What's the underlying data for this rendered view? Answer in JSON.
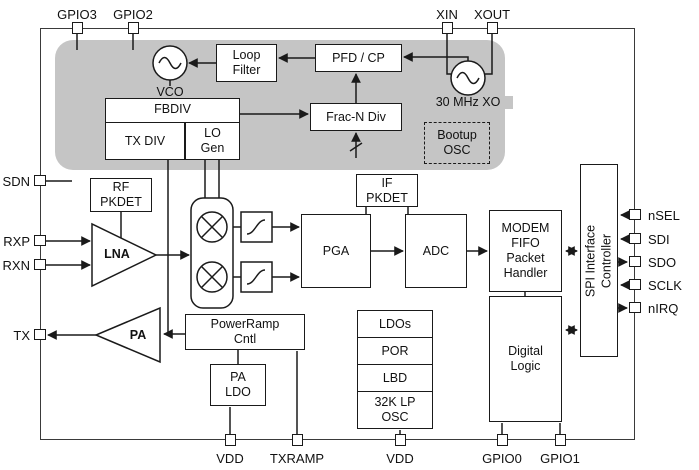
{
  "pins": {
    "gpio3": "GPIO3",
    "gpio2": "GPIO2",
    "xin": "XIN",
    "xout": "XOUT",
    "sdn": "SDN",
    "rxp": "RXP",
    "rxn": "RXN",
    "tx": "TX",
    "vdd1": "VDD",
    "txramp": "TXRAMP",
    "vdd2": "VDD",
    "gpio0": "GPIO0",
    "gpio1": "GPIO1",
    "nsel": "nSEL",
    "sdi": "SDI",
    "sdo": "SDO",
    "sclk": "SCLK",
    "nirq": "nIRQ"
  },
  "blocks": {
    "loop_filter": "Loop\nFilter",
    "pfd_cp": "PFD / CP",
    "vco": "VCO",
    "xo": "30 MHz XO",
    "fbdiv": "FBDIV",
    "tx_div": "TX DIV",
    "lo_gen": "LO\nGen",
    "frac_n": "Frac-N Div",
    "bootup_osc": "Bootup\nOSC",
    "rf_pkdet": "RF\nPKDET",
    "if_pkdet": "IF\nPKDET",
    "lna": "LNA",
    "pa": "PA",
    "pga": "PGA",
    "adc": "ADC",
    "modem": "MODEM\nFIFO\nPacket\nHandler",
    "digital_logic": "Digital\nLogic",
    "spi": "SPI Interface\nController",
    "powerramp": "PowerRamp\nCntl",
    "pa_ldo": "PA\nLDO",
    "ldos": "LDOs",
    "por": "POR",
    "lbd": "LBD",
    "lp_osc": "32K LP\nOSC"
  },
  "colors": {
    "synth_bg": "#c5c5c5",
    "line": "#1a1a1a",
    "border": "#3a3a3a"
  }
}
